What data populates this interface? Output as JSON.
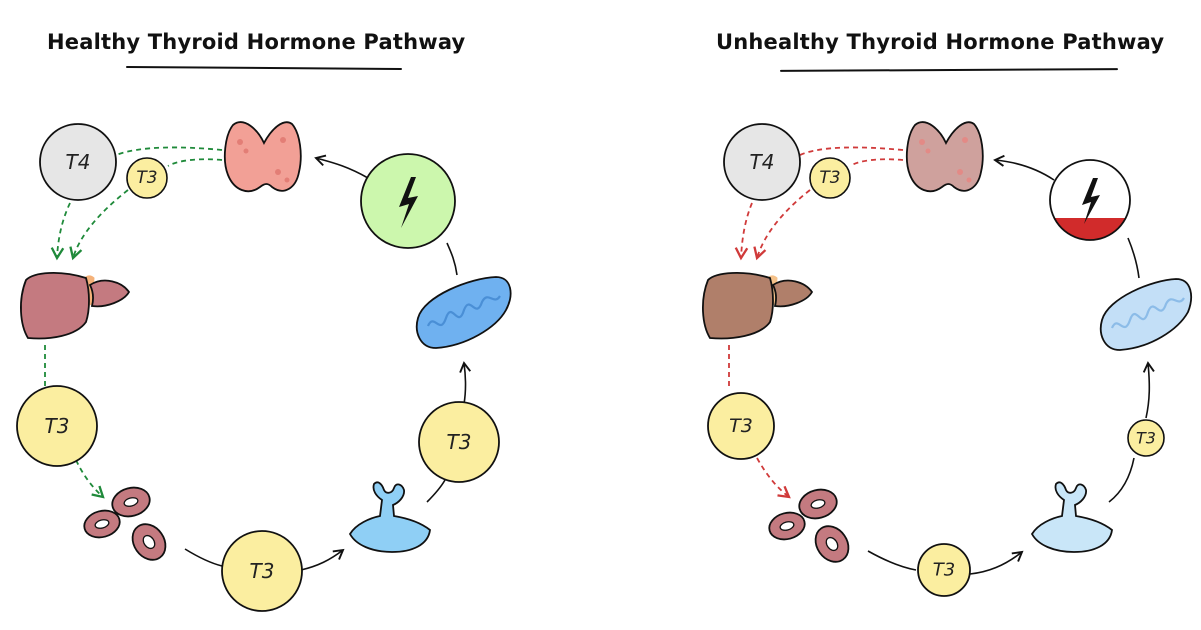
{
  "panels": {
    "healthy": {
      "title": "Healthy Thyroid Hormone Pathway",
      "colors": {
        "arrow": "#1f8a3a",
        "thyroid": "#f2a096",
        "liver": "#c47a80",
        "mitochondria": "#6fb1f0",
        "receptor": "#8fcff5",
        "energy": "#ccf7ad",
        "t3": "#fbeea0",
        "t4": "#e6e6e6"
      },
      "labels": {
        "t4": "T4",
        "t3_small": "T3",
        "t3_liver": "T3",
        "t3_bottom": "T3",
        "t3_right": "T3"
      }
    },
    "unhealthy": {
      "title": "Unhealthy Thyroid Hormone Pathway",
      "colors": {
        "arrow": "#d03a3a",
        "thyroid": "#cfa19d",
        "liver": "#b07f6a",
        "mitochondria": "#c3dff7",
        "receptor": "#c9e6f8",
        "energy": "#ffffff",
        "energy_level": "#d12b2b",
        "t3": "#fbeea0",
        "t4": "#e6e6e6"
      },
      "labels": {
        "t4": "T4",
        "t3_small": "T3",
        "t3_liver": "T3",
        "t3_bottom": "T3",
        "t3_right": "T3"
      }
    }
  }
}
